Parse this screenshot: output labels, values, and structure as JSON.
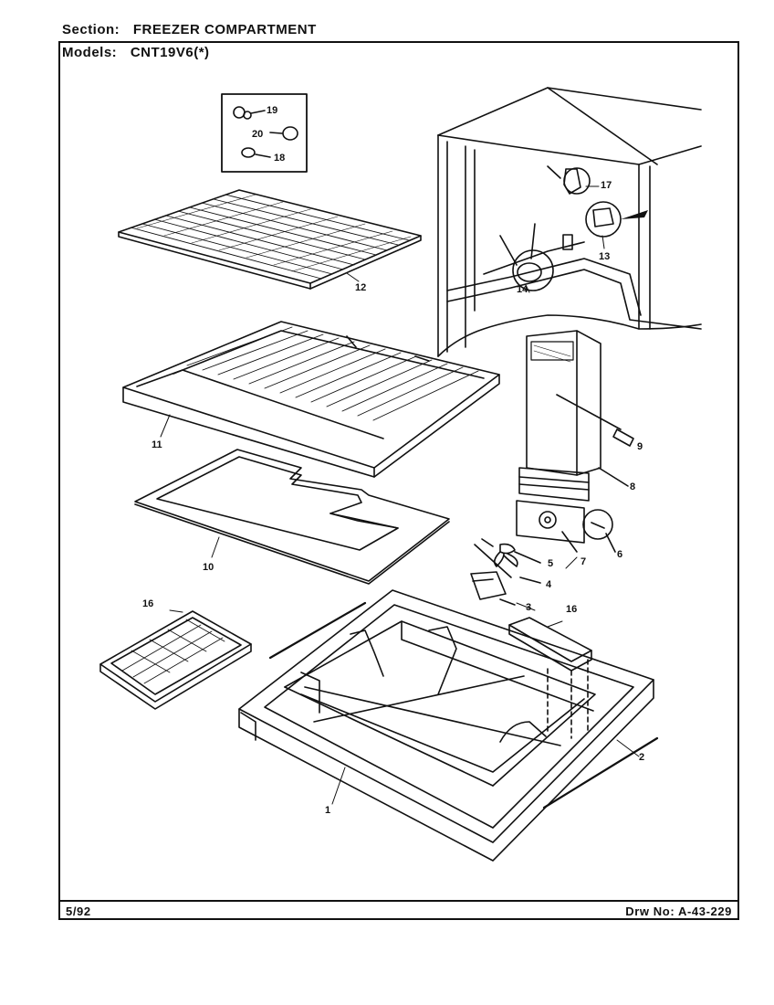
{
  "header": {
    "section_label": "Section:",
    "section_value": "FREEZER COMPARTMENT",
    "models_label": "Models:",
    "models_value": "CNT19V6(*)"
  },
  "footer": {
    "date": "5/92",
    "drawing_number": "Drw No: A-43-229"
  },
  "callouts": [
    "19",
    "20",
    "18",
    "17",
    "13",
    "14",
    "12",
    "11",
    "9",
    "8",
    "10",
    "7",
    "6",
    "5",
    "4",
    "3",
    "16",
    "16",
    "2",
    "1"
  ]
}
